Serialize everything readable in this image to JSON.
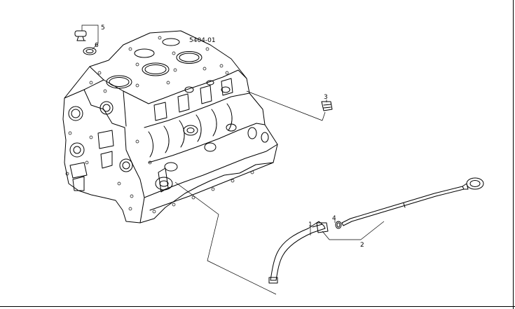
{
  "drawing": {
    "code": "5404-01",
    "callouts": [
      {
        "id": "c1",
        "label": "1"
      },
      {
        "id": "c2",
        "label": "2"
      },
      {
        "id": "c3",
        "label": "3"
      },
      {
        "id": "c4",
        "label": "4"
      },
      {
        "id": "c5",
        "label": "5"
      },
      {
        "id": "c6",
        "label": "6"
      }
    ]
  }
}
